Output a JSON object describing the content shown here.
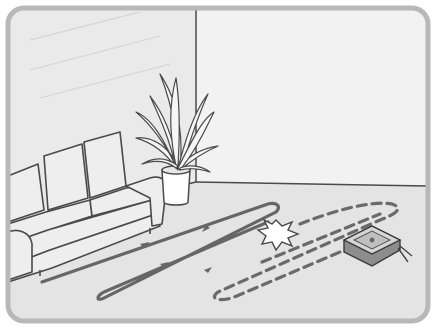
{
  "scene": {
    "colors": {
      "frame_stroke": "#b8b8b8",
      "background_wall": "#f2f2f2",
      "left_wall": "#eaeaea",
      "floor": "#e4e4e4",
      "line": "#4a4a4a",
      "sofa_fill": "#eeeeee",
      "plant_leaf": "#f6f6f6",
      "robot_top": "#bfbfbf",
      "robot_body": "#8d8d8d",
      "path_solid": "#666666",
      "path_dashed": "#6a6a6a"
    },
    "objects": [
      {
        "name": "sofa",
        "icon": "sofa-icon"
      },
      {
        "name": "potted-plant",
        "icon": "plant-icon"
      },
      {
        "name": "robot-vacuum",
        "icon": "robot-vacuum-icon"
      },
      {
        "name": "collision-burst",
        "icon": "collision-icon"
      },
      {
        "name": "cleaning-path-zigzag",
        "style": "solid"
      },
      {
        "name": "cleaning-path-return",
        "style": "dashed"
      }
    ]
  }
}
